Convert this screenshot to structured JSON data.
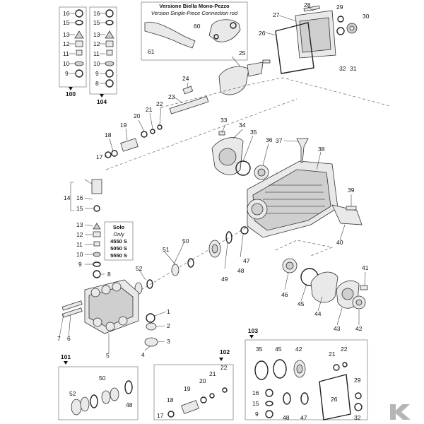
{
  "header": {
    "title": "Versione Biella Mono-Pezzo",
    "subtitle": "Version Single-Piece Connection rod"
  },
  "solo": {
    "title": "Solo",
    "subtitle": "Only",
    "models": [
      "4550 S",
      "5050 S",
      "5550 S"
    ]
  },
  "kits": {
    "k100": "100",
    "k104": "104",
    "k101": "101",
    "k102": "102",
    "k103": "103"
  },
  "labels": {
    "p1": "1",
    "p2": "2",
    "p3": "3",
    "p4": "4",
    "p5": "5",
    "p6": "6",
    "p7": "7",
    "p8": "8",
    "p9": "9",
    "p10": "10",
    "p11": "11",
    "p12": "12",
    "p13": "13",
    "p14": "14",
    "p15": "15",
    "p16": "16",
    "p17": "17",
    "p18": "18",
    "p19": "19",
    "p20": "20",
    "p21": "21",
    "p22": "22",
    "p23": "23",
    "p24": "24",
    "p25": "25",
    "p26": "26",
    "p27": "27",
    "p28": "28",
    "p29": "29",
    "p30": "30",
    "p31": "31",
    "p32": "32",
    "p33": "33",
    "p34": "34",
    "p35": "35",
    "p36": "36",
    "p37": "37",
    "p38": "38",
    "p39": "39",
    "p40": "40",
    "p41": "41",
    "p42": "42",
    "p43": "43",
    "p44": "44",
    "p45": "45",
    "p46": "46",
    "p47": "47",
    "p48": "48",
    "p49": "49",
    "p50": "50",
    "p51": "51",
    "p52": "52",
    "p60": "60",
    "p61": "61"
  },
  "brand": {
    "logo_color": "#b5b5b5"
  }
}
